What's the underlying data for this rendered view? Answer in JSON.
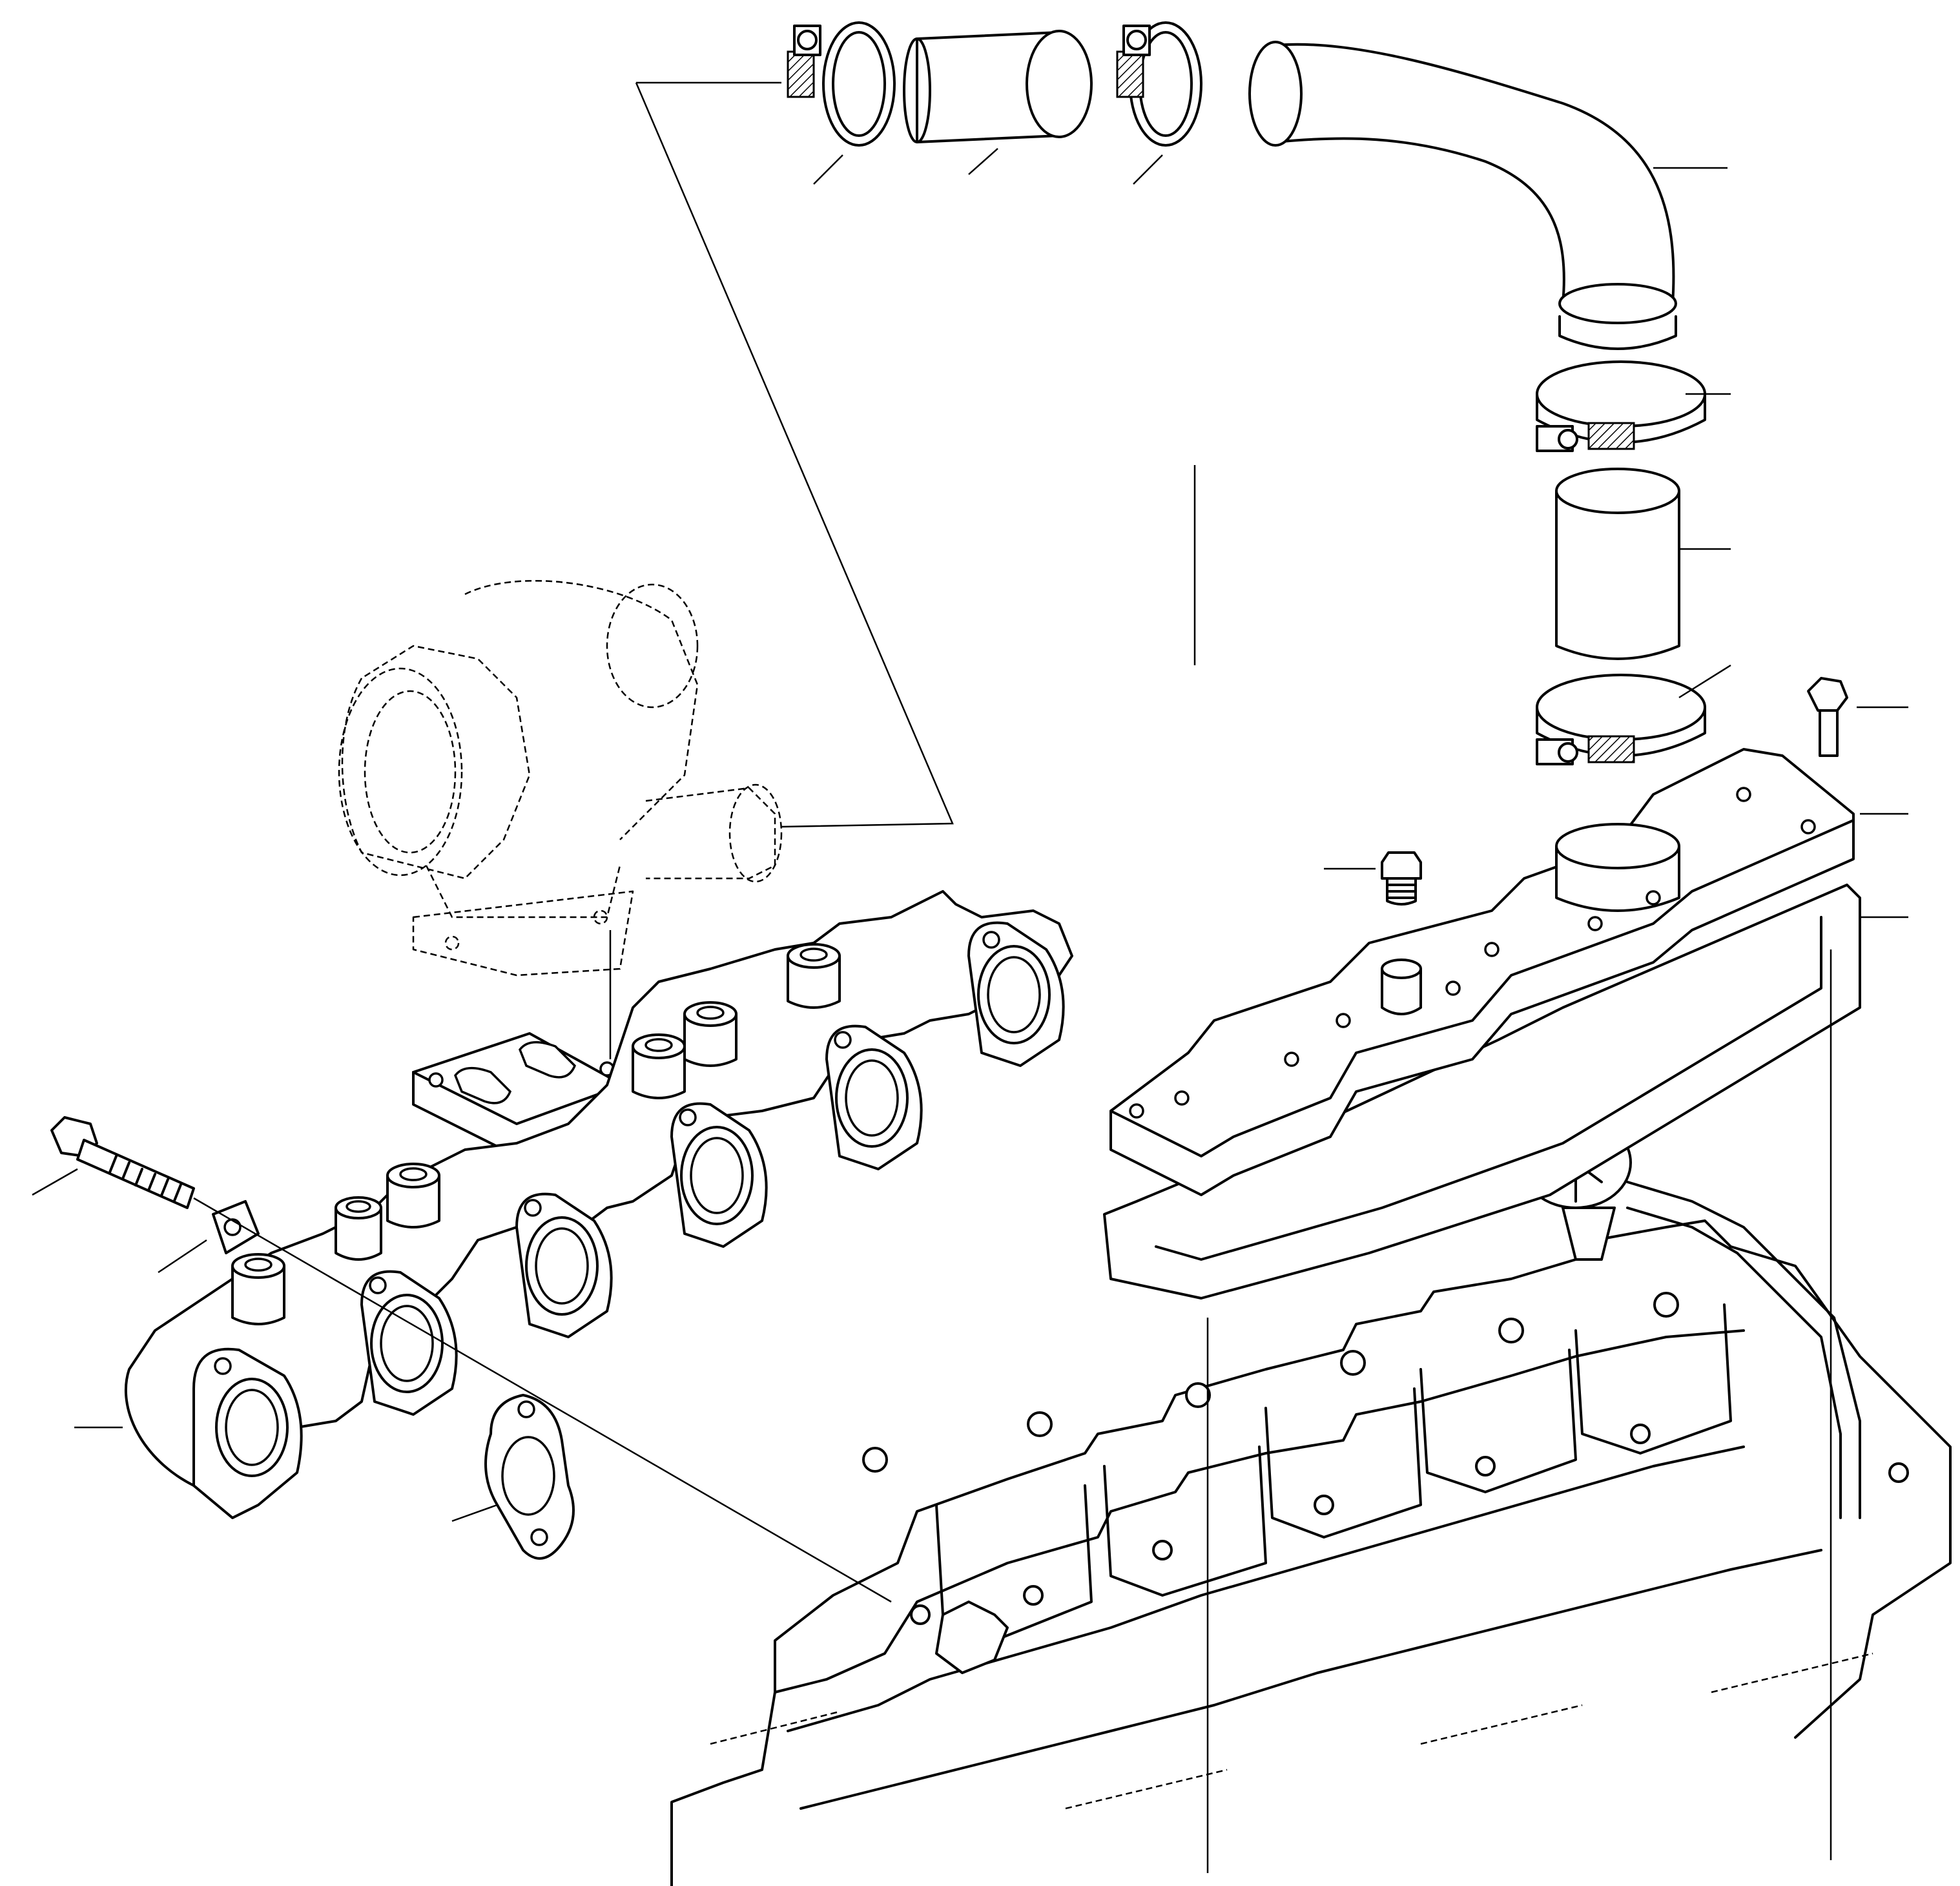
{
  "diagram": {
    "style": "exploded-parts-line-drawing",
    "colors": {
      "line": "#000000",
      "background": "#ffffff"
    },
    "callout_count": 17,
    "components": [
      "hose-clamp-top-left",
      "hose-sleeve-top",
      "hose-clamp-top-right",
      "elbow-pipe",
      "hose-clamp-upper-vertical",
      "hose-sleeve-vertical",
      "hose-clamp-lower-vertical",
      "bolt-small-right",
      "intake-manifold-cover",
      "intake-gasket",
      "plug-screw",
      "turbocharger",
      "turbo-gasket",
      "exhaust-manifold",
      "manifold-bolt",
      "lock-plate",
      "exhaust-port-gasket",
      "engine-block"
    ]
  }
}
